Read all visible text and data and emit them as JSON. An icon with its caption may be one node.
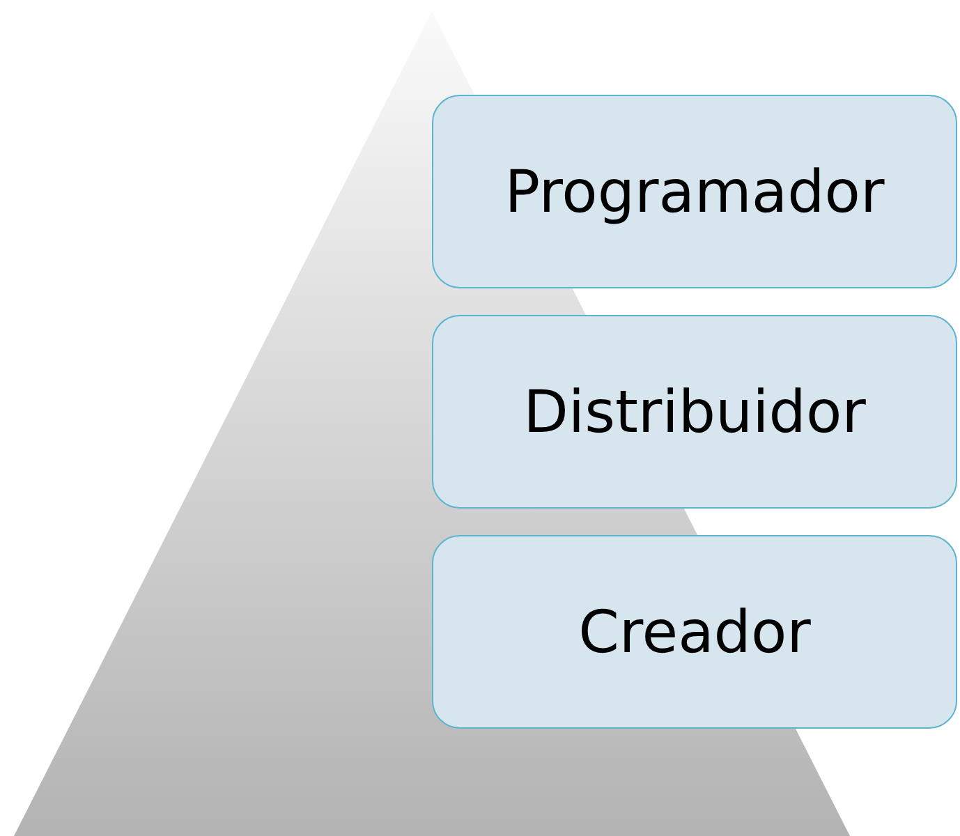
{
  "diagram": {
    "nodes": [
      {
        "text": [
          "Programador"
        ]
      },
      {
        "text": [
          "Distribuidor"
        ]
      },
      {
        "text": [
          "Creador"
        ]
      }
    ]
  }
}
